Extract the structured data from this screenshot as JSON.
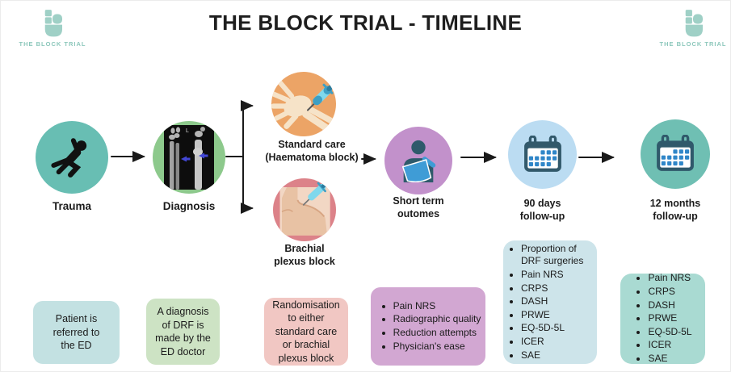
{
  "title": "THE BLOCK TRIAL - TIMELINE",
  "brand": {
    "name": "THE BLOCK TRIAL"
  },
  "nodes": {
    "trauma": {
      "label": "Trauma",
      "icon": "falling-person-icon"
    },
    "diagnosis": {
      "label": "Diagnosis",
      "icon": "wrist-xray-image",
      "xray_marker": "L"
    },
    "standard_care": {
      "label": "Standard care\n(Haematoma block)",
      "icon": "hand-injection-illustration"
    },
    "brachial": {
      "label": "Brachial\nplexus block",
      "icon": "shoulder-injection-illustration"
    },
    "short_term": {
      "label": "Short term\noutomes",
      "icon": "arm-sling-patient-icon"
    },
    "days_90": {
      "label": "90 days\nfollow-up",
      "icon": "calendar-icon"
    },
    "months_12": {
      "label": "12 months\nfollow-up",
      "icon": "calendar-icon"
    }
  },
  "notes": {
    "referral": {
      "text": "Patient is\nreferred to\nthe ED"
    },
    "diagnosis": {
      "text": "A diagnosis\nof DRF is\nmade by the\nED doctor"
    },
    "randomisation": {
      "text": "Randomisation\nto either\nstandard care\nor brachial\nplexus block"
    },
    "short_term": {
      "items": [
        "Pain NRS",
        "Radiographic quality",
        "Reduction attempts",
        "Physician's ease"
      ]
    },
    "days_90": {
      "items": [
        "Proportion of DRF surgeries",
        "Pain NRS",
        "CRPS",
        "DASH",
        "PRWE",
        "EQ-5D-5L",
        "ICER",
        "SAE"
      ]
    },
    "months_12": {
      "items": [
        "Pain NRS",
        "CRPS",
        "DASH",
        "PRWE",
        "EQ-5D-5L",
        "ICER",
        "SAE"
      ]
    }
  },
  "colors": {
    "brand_teal": "#9FD0C6",
    "brand_text": "#8CC7BB",
    "title_text": "#1E1E1E",
    "arrow": "#1A1A1A",
    "node_trauma": "#68BEB3",
    "node_diagnosis": "#8DC98C",
    "node_standard_care": "#ECA466",
    "node_brachial": "#DC8289",
    "node_short_term": "#C291CB",
    "node_90_days": "#BBDCF2",
    "node_12_months": "#6FBFB3",
    "note_referral": "#C3E1E2",
    "note_diagnosis": "#CDE3C4",
    "note_randomisation": "#F1C7C3",
    "note_short_term": "#D2A7D2",
    "note_90_days": "#CDE4EA",
    "note_12_months": "#A9DAD2",
    "calendar_frame": "#32596B",
    "calendar_dots": "#2F86C8",
    "sling_blue": "#3F9CD6",
    "person_dark_teal": "#2E5A6B"
  }
}
